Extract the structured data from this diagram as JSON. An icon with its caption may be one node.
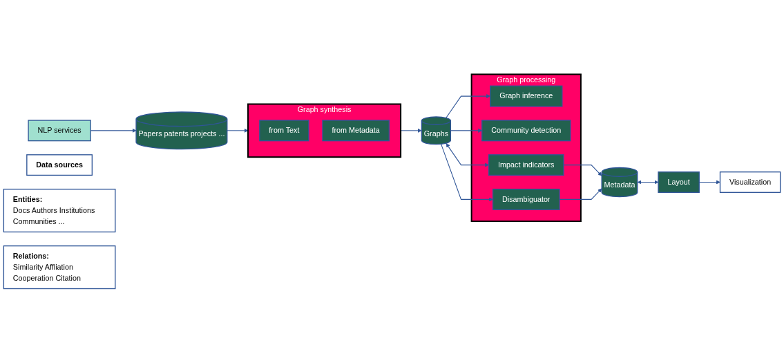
{
  "diagram": {
    "nodes": [
      {
        "text": [
          "NLP services"
        ]
      },
      {
        "text": [
          "Data sources"
        ]
      },
      {
        "text": [
          "Papers patents projects ..."
        ]
      },
      {
        "text": [
          "Graph synthesis"
        ]
      },
      {
        "text": [
          "from Text"
        ],
        "in": 3
      },
      {
        "text": [
          "from Metadata"
        ],
        "in": 3
      },
      {
        "text": [
          "Entities:",
          "Docs Authors Institutions Communities ..."
        ]
      },
      {
        "text": [
          "Relations:",
          "Similarity Affliation Cooperation Citation"
        ]
      },
      {
        "text": [
          "Graphs"
        ]
      },
      {
        "text": [
          "Metadata"
        ]
      },
      {
        "text": [
          "Graph processing"
        ]
      },
      {
        "text": [
          "Graph inference"
        ],
        "in": 10
      },
      {
        "text": [
          "Community detection"
        ],
        "in": 10
      },
      {
        "text": [
          "Impact indicators"
        ],
        "in": 10
      },
      {
        "text": [
          "Disambiguator"
        ],
        "in": 10
      },
      {
        "text": [
          "Layout"
        ]
      },
      {
        "text": [
          "Visualization"
        ]
      }
    ],
    "edges": [
      {
        "from": 0,
        "to": 2,
        "arrow": "to"
      },
      {
        "from": 2,
        "to": 3,
        "arrow": "to"
      },
      {
        "from": 3,
        "to": 8,
        "arrow": "to"
      },
      {
        "from": 8,
        "to": 11,
        "arrow": "to"
      },
      {
        "from": 8,
        "to": 12,
        "arrow": "to"
      },
      {
        "from": 8,
        "to": 13,
        "arrow": "both"
      },
      {
        "from": 8,
        "to": 14,
        "arrow": "to"
      },
      {
        "from": 13,
        "to": 9,
        "arrow": "to"
      },
      {
        "from": 14,
        "to": 9,
        "arrow": "to"
      },
      {
        "from": 9,
        "to": 15,
        "arrow": "both"
      },
      {
        "from": 15,
        "to": 16,
        "arrow": "to"
      }
    ]
  }
}
